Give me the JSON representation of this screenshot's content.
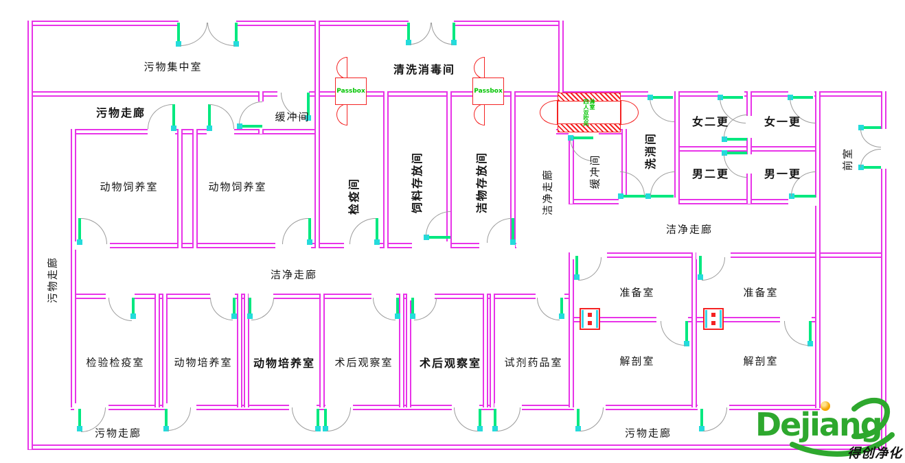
{
  "plan": {
    "labels": [
      {
        "text": "污物集中室",
        "bold": false,
        "vertical": false
      },
      {
        "text": "清洗消毒间",
        "bold": true,
        "vertical": false
      },
      {
        "text": "污物走廊",
        "bold": true,
        "vertical": false
      },
      {
        "text": "缓冲间",
        "bold": false,
        "vertical": false
      },
      {
        "text": "Passbox",
        "bold": true,
        "vertical": false
      },
      {
        "text": "Passbox",
        "bold": true,
        "vertical": false
      },
      {
        "text": "四人双吹风淋室",
        "bold": true,
        "vertical": true
      },
      {
        "text": "检疫间",
        "bold": true,
        "vertical": true
      },
      {
        "text": "饲料存放间",
        "bold": true,
        "vertical": true
      },
      {
        "text": "洁物存放间",
        "bold": true,
        "vertical": true
      },
      {
        "text": "洁净走廊",
        "bold": false,
        "vertical": true
      },
      {
        "text": "缓冲间",
        "bold": false,
        "vertical": true
      },
      {
        "text": "洗消间",
        "bold": true,
        "vertical": true
      },
      {
        "text": "女二更",
        "bold": true,
        "vertical": false
      },
      {
        "text": "女一更",
        "bold": true,
        "vertical": false
      },
      {
        "text": "男二更",
        "bold": true,
        "vertical": false
      },
      {
        "text": "男一更",
        "bold": true,
        "vertical": false
      },
      {
        "text": "前室",
        "bold": false,
        "vertical": true
      },
      {
        "text": "动物饲养室",
        "bold": false,
        "vertical": false
      },
      {
        "text": "动物饲养室",
        "bold": false,
        "vertical": false
      },
      {
        "text": "污物走廊",
        "bold": false,
        "vertical": true
      },
      {
        "text": "洁净走廊",
        "bold": false,
        "vertical": false
      },
      {
        "text": "洁净走廊",
        "bold": false,
        "vertical": false
      },
      {
        "text": "准备室",
        "bold": false,
        "vertical": false
      },
      {
        "text": "准备室",
        "bold": false,
        "vertical": false
      },
      {
        "text": "解剖室",
        "bold": false,
        "vertical": false
      },
      {
        "text": "解剖室",
        "bold": false,
        "vertical": false
      },
      {
        "text": "检验检疫室",
        "bold": false,
        "vertical": false
      },
      {
        "text": "动物培养室",
        "bold": false,
        "vertical": false
      },
      {
        "text": "动物培养室",
        "bold": true,
        "vertical": false
      },
      {
        "text": "术后观察室",
        "bold": false,
        "vertical": false
      },
      {
        "text": "术后观察室",
        "bold": true,
        "vertical": false
      },
      {
        "text": "试剂药品室",
        "bold": false,
        "vertical": false
      },
      {
        "text": "污物走廊",
        "bold": false,
        "vertical": false
      },
      {
        "text": "污物走廊",
        "bold": false,
        "vertical": false
      }
    ]
  },
  "logo": {
    "brand": "Dejiang",
    "caption": "得创净化"
  },
  "colors": {
    "wall": "#E833E8",
    "door_leaf": "#00E87F",
    "hinge_dot": "#24DBDB",
    "swing_arc": "#9B9B9B",
    "symbol_red": "#F42222",
    "symbol_text_green": "#00C400",
    "label_text": "#141414",
    "logo_green": "#2EA82E",
    "logo_orange": "#F5A500"
  }
}
